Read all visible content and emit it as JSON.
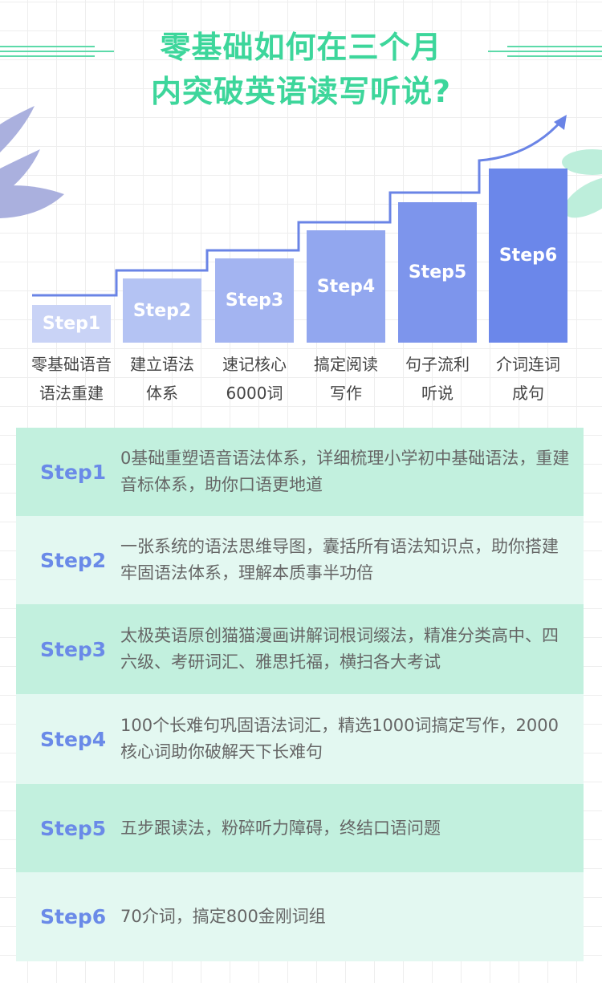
{
  "title": {
    "line1": "零基础如何在三个月",
    "line2": "内突破英语读写听说?"
  },
  "colors": {
    "accent_green": "#3dd69b",
    "accent_blue": "#6a8ae8",
    "row_dark": "#c2f0de",
    "row_light": "#e3f8f1"
  },
  "steps": [
    {
      "name": "Step1",
      "label1": "零基础语音",
      "label2": "语法重建",
      "desc": "0基础重塑语音语法体系，详细梳理小学初中基础语法，重建音标体系，助你口语更地道"
    },
    {
      "name": "Step2",
      "label1": "建立语法",
      "label2": "体系",
      "desc": "一张系统的语法思维导图，囊括所有语法知识点，助你搭建牢固语法体系，理解本质事半功倍"
    },
    {
      "name": "Step3",
      "label1": "速记核心",
      "label2": "6000词",
      "desc": "太极英语原创猫猫漫画讲解词根词缀法，精准分类高中、四六级、考研词汇、雅思托福，横扫各大考试"
    },
    {
      "name": "Step4",
      "label1": "搞定阅读",
      "label2": "写作",
      "desc": "100个长难句巩固语法词汇，精选1000词搞定写作，2000核心词助你破解天下长难句"
    },
    {
      "name": "Step5",
      "label1": "句子流利",
      "label2": "听说",
      "desc": "五步跟读法，粉碎听力障碍，终结口语问题"
    },
    {
      "name": "Step6",
      "label1": "介词连词",
      "label2": "成句",
      "desc": "70介词，搞定800金刚词组"
    }
  ]
}
